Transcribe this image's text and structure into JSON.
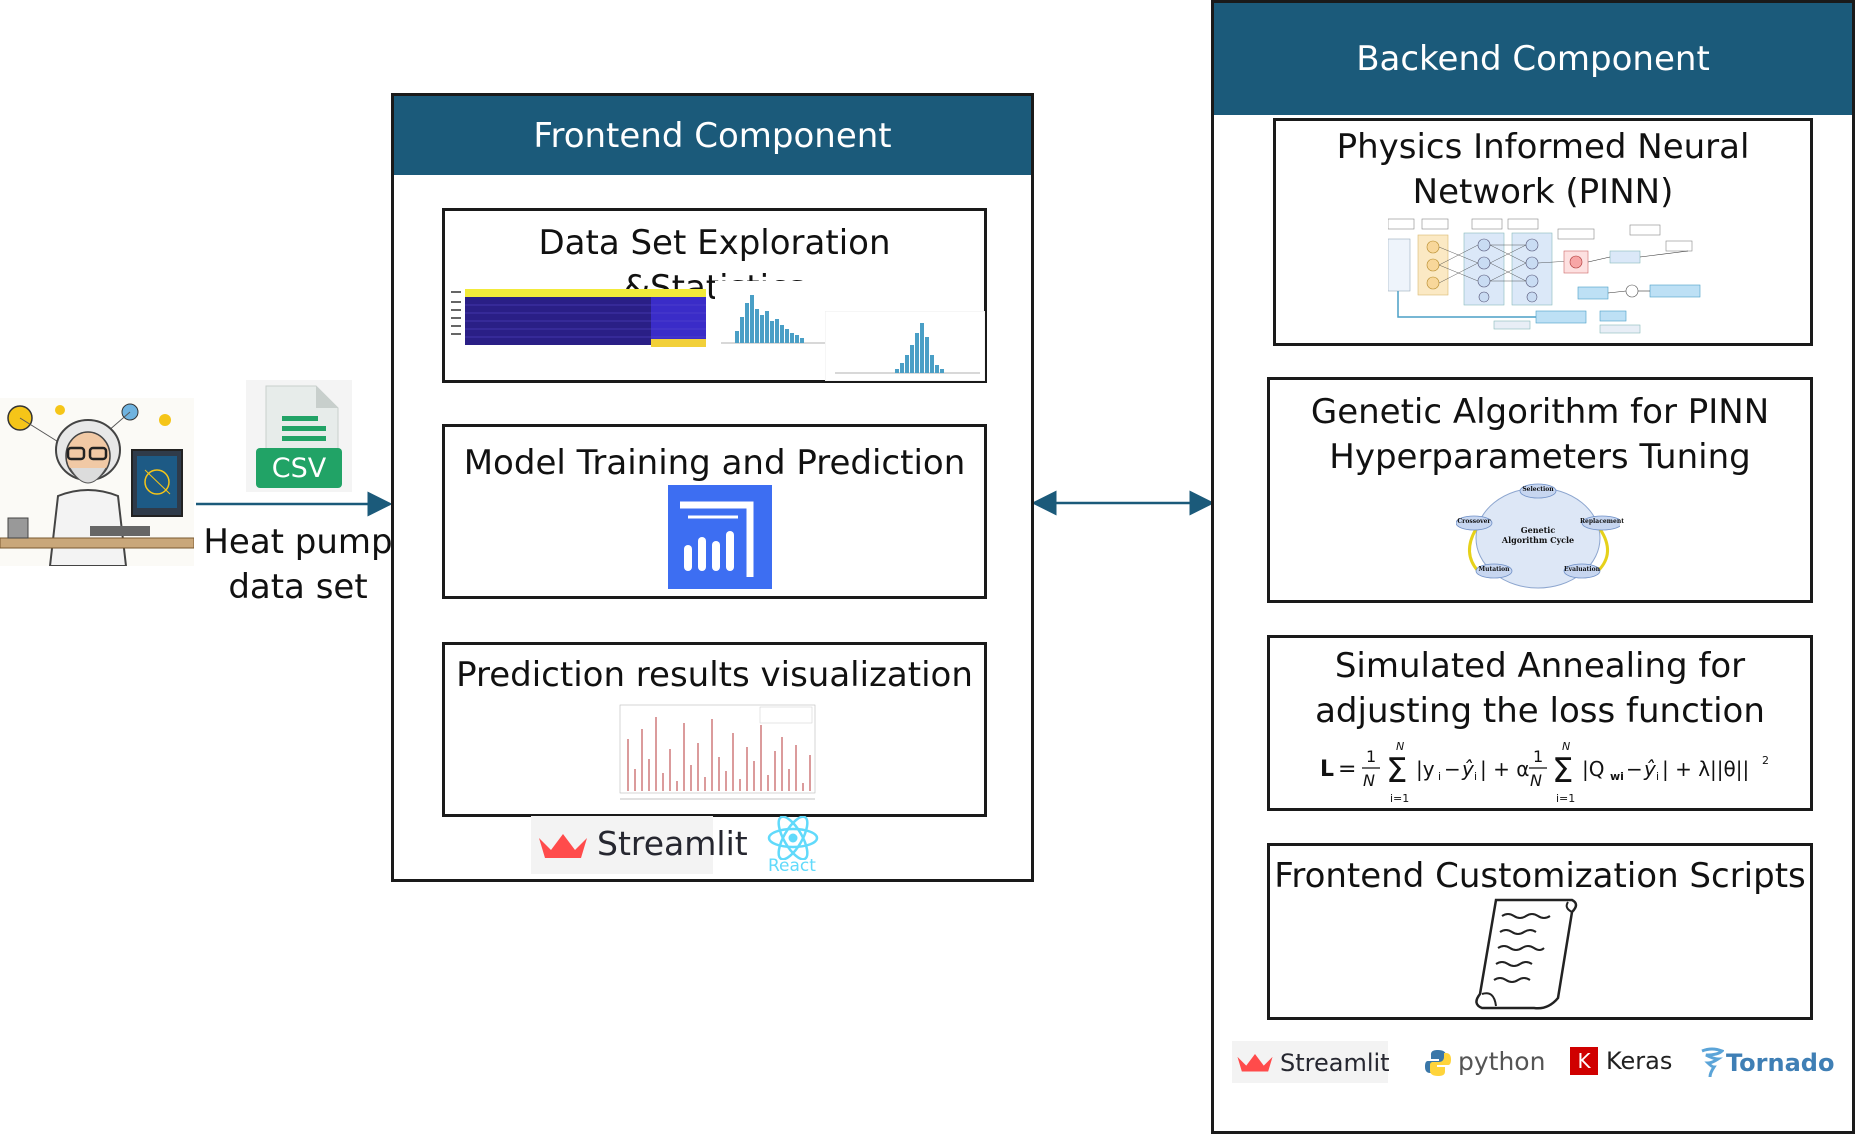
{
  "input": {
    "csv_label": "CSV",
    "caption_line1": "Heat pump",
    "caption_line2": "data set"
  },
  "frontend": {
    "title": "Frontend Component",
    "boxes": [
      {
        "title": "Data Set Exploration &Statistics"
      },
      {
        "title": "Model Training and Prediction"
      },
      {
        "title": "Prediction results visualization"
      }
    ],
    "logos": {
      "streamlit": "Streamlit",
      "react": "React"
    }
  },
  "backend": {
    "title": "Backend Component",
    "boxes": [
      {
        "title_line1": "Physics Informed Neural",
        "title_line2": "Network  (PINN)"
      },
      {
        "title_line1": "Genetic Algorithm for PINN",
        "title_line2": "Hyperparameters Tuning"
      },
      {
        "title_line1": "Simulated Annealing for",
        "title_line2": "adjusting the loss function"
      },
      {
        "title_line1": "Frontend Customization Scripts"
      }
    ],
    "ga_cycle": {
      "center": "Genetic Algorithm Cycle",
      "nodes": [
        "Selection",
        "Replacement",
        "Evaluation",
        "Mutation",
        "Crossover"
      ]
    },
    "logos": {
      "streamlit": "Streamlit",
      "python": "python",
      "keras": "Keras",
      "keras_k": "K",
      "tornado": "Tornado"
    }
  },
  "colors": {
    "header": "#1b5a7a",
    "arrow": "#1b5a7a",
    "csv_green": "#21a366",
    "powerbi_blue": "#3d6ef2",
    "streamlit_red": "#ff4b4b",
    "react_blue": "#61dafb",
    "keras_red": "#d00000",
    "hist_blue": "#4a9fc6"
  }
}
